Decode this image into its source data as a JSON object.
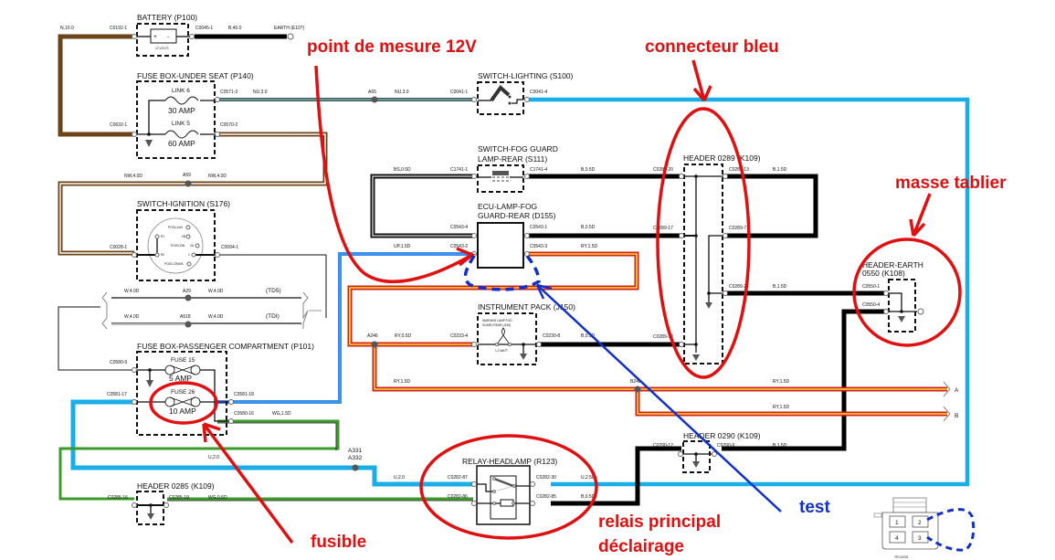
{
  "colors": {
    "brown": "#6b4318",
    "black": "#000000",
    "teal_gray": "#3c5a5a",
    "blue": "#19aee8",
    "blue_purple": "#4f7cf0",
    "green": "#3a9a2a",
    "red": "#d22020",
    "yellow": "#f5e030",
    "annotation_red": "#e01010",
    "annotation_blue": "#1030c8"
  },
  "components": {
    "battery": {
      "title": "BATTERY (P100)",
      "sub": "12 VOLTS",
      "pin_left": "C0192-1",
      "pin_right": "C0045-1"
    },
    "fusebox_seat": {
      "title": "FUSE BOX-UNDER SEAT (P140)",
      "link6": "LINK 6",
      "link6_rating": "30 AMP",
      "link5": "LINK 5",
      "link5_rating": "60 AMP",
      "pin_in": "C0632-1",
      "pin_out1": "C0571-3",
      "pin_out2": "C0570-2"
    },
    "ignition": {
      "title": "SWITCH-IGNITION (S176)",
      "pin_in": "C0028-1",
      "pin_out": "C0094-1",
      "pos_aux": "POS0-AUX",
      "pos_ign": "POS0-IGN",
      "pos_crank": "POS0-CRANK",
      "t_r1": "R1",
      "t_r2": "R2",
      "t_2b": "2B",
      "t_2a": "2A",
      "t_1": "1"
    },
    "fusebox_passenger": {
      "title": "FUSE BOX-PASSENGER COMPARTMENT (P101)",
      "fuse15": "FUSE 15",
      "fuse15_rating": "5 AMP",
      "fuse26": "FUSE 26",
      "fuse26_rating": "10 AMP",
      "pin1": "C0580-9",
      "pin2": "C0581-17",
      "pin3": "C0581-18",
      "pin4": "C0580-16"
    },
    "header0285": {
      "title": "HEADER 0285 (K109)",
      "pin_left": "C0285-16",
      "pin_right": "C0285-19"
    },
    "switch_lighting": {
      "title": "SWITCH-LIGHTING (S100)",
      "pin_left": "C0041-1",
      "pin_right": "C0041-4"
    },
    "switch_fog": {
      "title1": "SWITCH-FOG GUARD",
      "title2": "LAMP-REAR (S111)",
      "pin_left": "C1741-1",
      "pin_right": "C1741-4"
    },
    "ecu_fog": {
      "title1": "ECU-LAMP-FOG",
      "title2": "GUARD-REAR (D155)",
      "pin1": "C0543-4",
      "pin2": "C0543-1",
      "pin3": "C0543-2",
      "pin4": "C0543-3"
    },
    "instrument_pack": {
      "title": "INSTRUMENT PACK (J150)",
      "inner1": "WARNING LAMP FOG",
      "inner2": "GUARD REAR (J150)",
      "lamp": "1.2 WATT",
      "pin_left": "C0233-4",
      "pin_right": "C0230-8"
    },
    "header0289": {
      "title": "HEADER 0289 (K109)",
      "p20": "C0289-20",
      "p13": "C0289-13",
      "p17": "C0289-17",
      "p7": "C0289-7",
      "p2": "C0289-2",
      "p18": "C0289-18"
    },
    "header_earth": {
      "title1": "HEADER-EARTH",
      "title2": "0550 (K108)",
      "p1": "C0550-1",
      "p4": "C0550-4"
    },
    "header0290": {
      "title": "HEADER 0290 (K109)",
      "p12": "C0290-12",
      "p9": "C0290-9"
    },
    "relay": {
      "title": "RELAY-HEADLAMP (R123)",
      "p87": "C0282-87",
      "p86": "C0282-86",
      "p30": "C0282-30",
      "p85": "C0282-85"
    },
    "connector": {
      "pins": [
        "1",
        "2",
        "4",
        "3"
      ],
      "ref": "YPC10002"
    }
  },
  "wires": {
    "n100": "N,10.0",
    "b400": "B,40.0",
    "earth": "EARTH (E107)",
    "nu30a": "NU,3.0",
    "a65": "A65",
    "nu30b": "NU,3.0",
    "nw40a": "NW,4.0D",
    "a59": "A59",
    "nw40b": "NW,4.0D",
    "w40a": "W,4.0D",
    "a29": "A29",
    "w40b": "W,4.0D",
    "td5": "(TD5)",
    "w40c": "W,4.0D",
    "a518": "A518",
    "w40d": "W,4.0D",
    "tdi": "(TDI)",
    "bs05": "BS,0.5D",
    "b05a": "B,0.5D",
    "b05b": "B,0.5D",
    "up15": "UP,1.5D",
    "ry15a": "RY,1.5D",
    "a246": "A246",
    "ry05": "RY,0.5D",
    "b05c": "B,0.5D",
    "b15a": "B,1.5D",
    "b15b": "B,1.5D",
    "ry15b": "RY,1.5D",
    "b246": "B246",
    "ry15c": "RY,1.5D",
    "ry15d": "RY,1.5D",
    "out_a": "A",
    "out_b": "B",
    "wg15": "WG,1.5D",
    "u20a": "U,2.0",
    "a331": "A331",
    "a332": "A332",
    "u20b": "U,2.0",
    "u25": "U,2.5D",
    "b05d": "B,0.5D",
    "wg05": "WG,0.5D",
    "b15c": "B,1.5D"
  },
  "annotations": {
    "measure_point": "point de mesure 12V",
    "blue_connector": "connecteur bleu",
    "dash_earth": "masse tablier",
    "fuse": "fusible",
    "relay1": "relais principal",
    "relay2": "déclairage",
    "test": "test"
  }
}
